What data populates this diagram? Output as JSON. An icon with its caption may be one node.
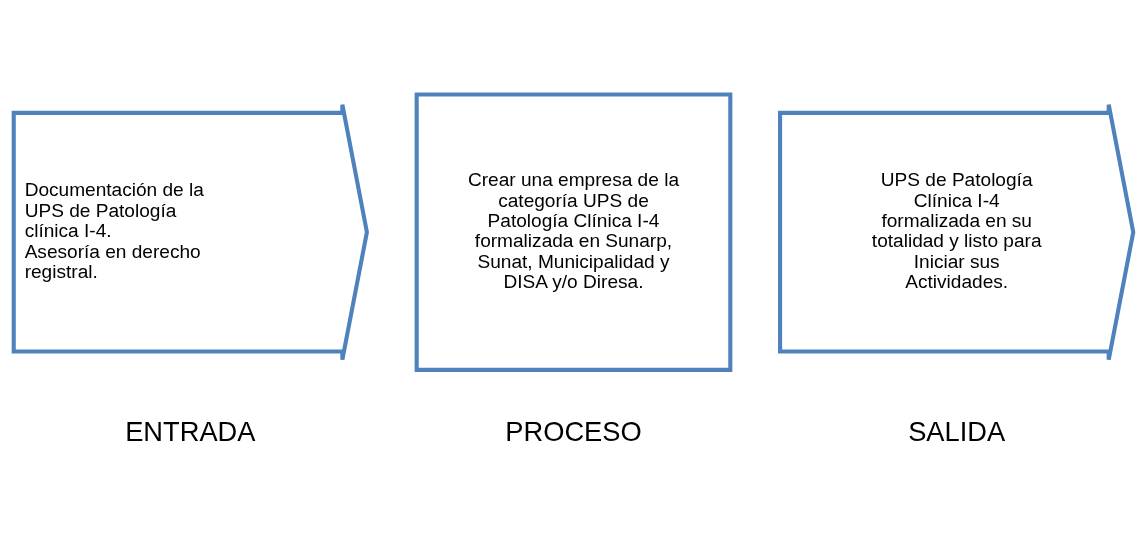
{
  "diagram": {
    "nodes": [
      {
        "text": [
          "Documentación de la UPS de Patología clínica I-4.",
          "Asesoría en derecho registral."
        ],
        "beside": [
          "ENTRADA"
        ]
      },
      {
        "text": [
          "Crear una empresa de la categoría UPS de Patología Clínica I-4 formalizada en Sunarp, Sunat, Municipalidad y DISA y/o Diresa."
        ],
        "beside": [
          "PROCESO"
        ]
      },
      {
        "text": [
          "UPS de Patología Clínica I-4 formalizada en su totalidad y listo para Iniciar sus Actividades."
        ],
        "beside": [
          "SALIDA"
        ]
      }
    ],
    "edges": []
  }
}
